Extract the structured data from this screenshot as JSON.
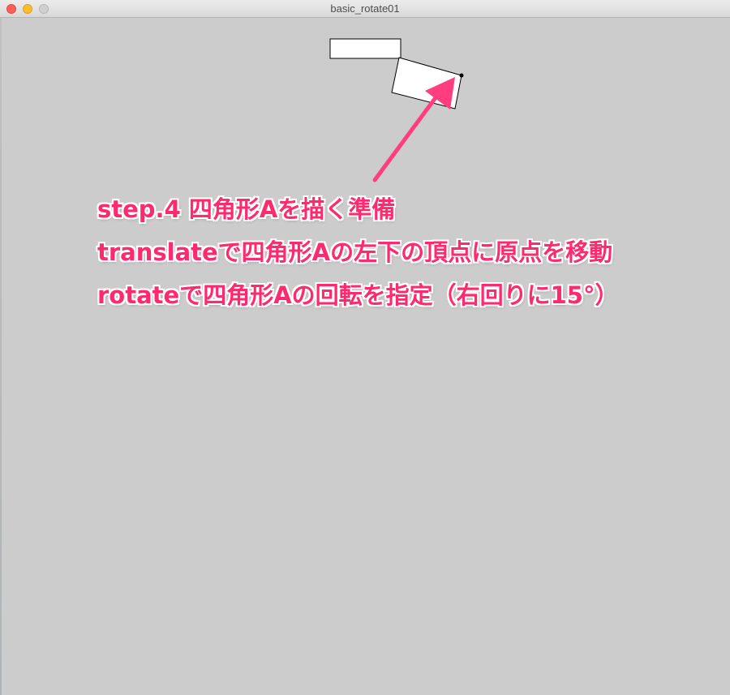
{
  "window": {
    "title": "basic_rotate01"
  },
  "annotation": {
    "lines": [
      "step.4 四角形Aを描く準備",
      "translateで四角形Aの左下の頂点に原点を移動",
      "rotateで四角形Aの回転を指定（右回りに15°）"
    ]
  },
  "colors": {
    "background": "#cccccc",
    "annotation": "#ff2a6d",
    "arrow": "#ff3d7f"
  },
  "icons": [
    "close-icon",
    "minimize-icon",
    "zoom-icon",
    "arrow-icon"
  ]
}
